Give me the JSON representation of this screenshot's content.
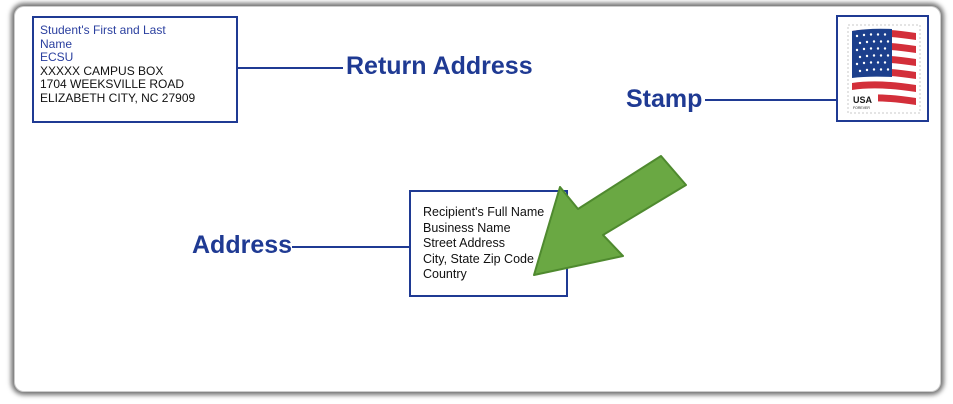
{
  "return_address": {
    "lines_blue": [
      "Student's First and Last",
      "Name",
      "ECSU"
    ],
    "lines_black": [
      "XXXXX CAMPUS BOX",
      "1704 WEEKSVILLE ROAD",
      "ELIZABETH CITY, NC 27909"
    ]
  },
  "labels": {
    "return_address": "Return Address",
    "stamp": "Stamp",
    "address": "Address"
  },
  "recipient": {
    "lines": [
      "Recipient's Full Name",
      "Business Name",
      "Street Address",
      "City, State Zip Code",
      "Country"
    ]
  },
  "stamp": {
    "country": "USA",
    "subtitle": "FOREVER"
  },
  "colors": {
    "label_blue": "#1f3a93",
    "arrow_green": "#6aa843",
    "flag_red": "#d32f3a",
    "flag_blue": "#1c3f8c"
  }
}
